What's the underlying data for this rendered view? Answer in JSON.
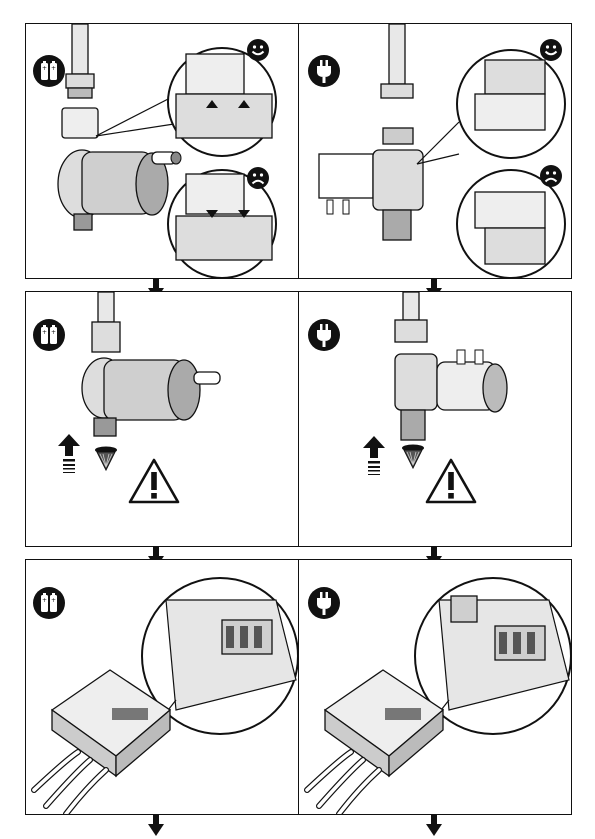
{
  "meta": {
    "colors": {
      "ink": "#111111",
      "paper": "#ffffff",
      "shade": "#cfcfcf",
      "mid": "#8a8a8a"
    }
  },
  "steps": [
    {
      "row": 1,
      "panels": [
        {
          "power": "battery",
          "icon": "battery-icon",
          "callouts": [
            "smiley-icon",
            "frowny-icon"
          ],
          "device": "solenoid-valve-battery"
        },
        {
          "power": "mains",
          "icon": "plug-icon",
          "callouts": [
            "smiley-icon",
            "frowny-icon"
          ],
          "device": "solenoid-valve-mains"
        }
      ]
    },
    {
      "row": 2,
      "panels": [
        {
          "power": "battery",
          "icon": "battery-icon",
          "symbols": [
            "flow-direction-icon",
            "filter-icon",
            "warning-icon"
          ]
        },
        {
          "power": "mains",
          "icon": "plug-icon",
          "symbols": [
            "flow-direction-icon",
            "filter-icon",
            "warning-icon"
          ]
        }
      ]
    },
    {
      "row": 3,
      "panels": [
        {
          "power": "battery",
          "icon": "battery-icon",
          "device": "junction-box-terminal-block"
        },
        {
          "power": "mains",
          "icon": "plug-icon",
          "device": "junction-box-terminal-block"
        }
      ]
    }
  ],
  "connectors": [
    "down-arrow-icon",
    "down-arrow-icon",
    "down-arrow-icon",
    "down-arrow-icon",
    "down-arrow-icon",
    "down-arrow-icon"
  ]
}
